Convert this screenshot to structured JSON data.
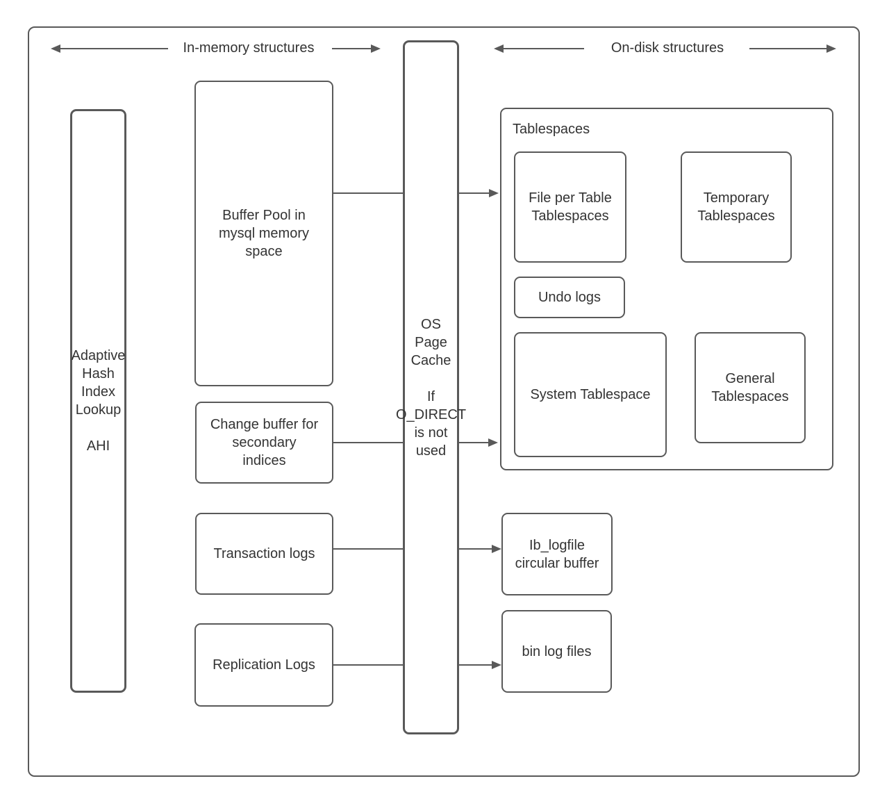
{
  "diagram": {
    "headers": {
      "in_memory": "In-memory structures",
      "on_disk": "On-disk structures"
    },
    "boxes": {
      "ahi": "Adaptive\nHash\nIndex\nLookup\n\nAHI",
      "buffer_pool": "Buffer Pool in\nmysql memory\nspace",
      "change_buffer": "Change buffer for\nsecondary\nindices",
      "transaction_logs": "Transaction logs",
      "replication_logs": "Replication Logs",
      "os_page_cache": "OS\nPage\nCache\n\nIf\nO_DIRECT\nis not\nused",
      "tablespaces_title": "Tablespaces",
      "file_per_table": "File per Table\nTablespaces",
      "temporary": "Temporary\nTablespaces",
      "undo_logs": "Undo logs",
      "system_tablespace": "System Tablespace",
      "general": "General\nTablespaces",
      "ib_logfile": "Ib_logfile\ncircular buffer",
      "bin_log_files": "bin log files"
    },
    "colors": {
      "stroke": "#595959",
      "text": "#333333",
      "background": "#ffffff"
    }
  }
}
